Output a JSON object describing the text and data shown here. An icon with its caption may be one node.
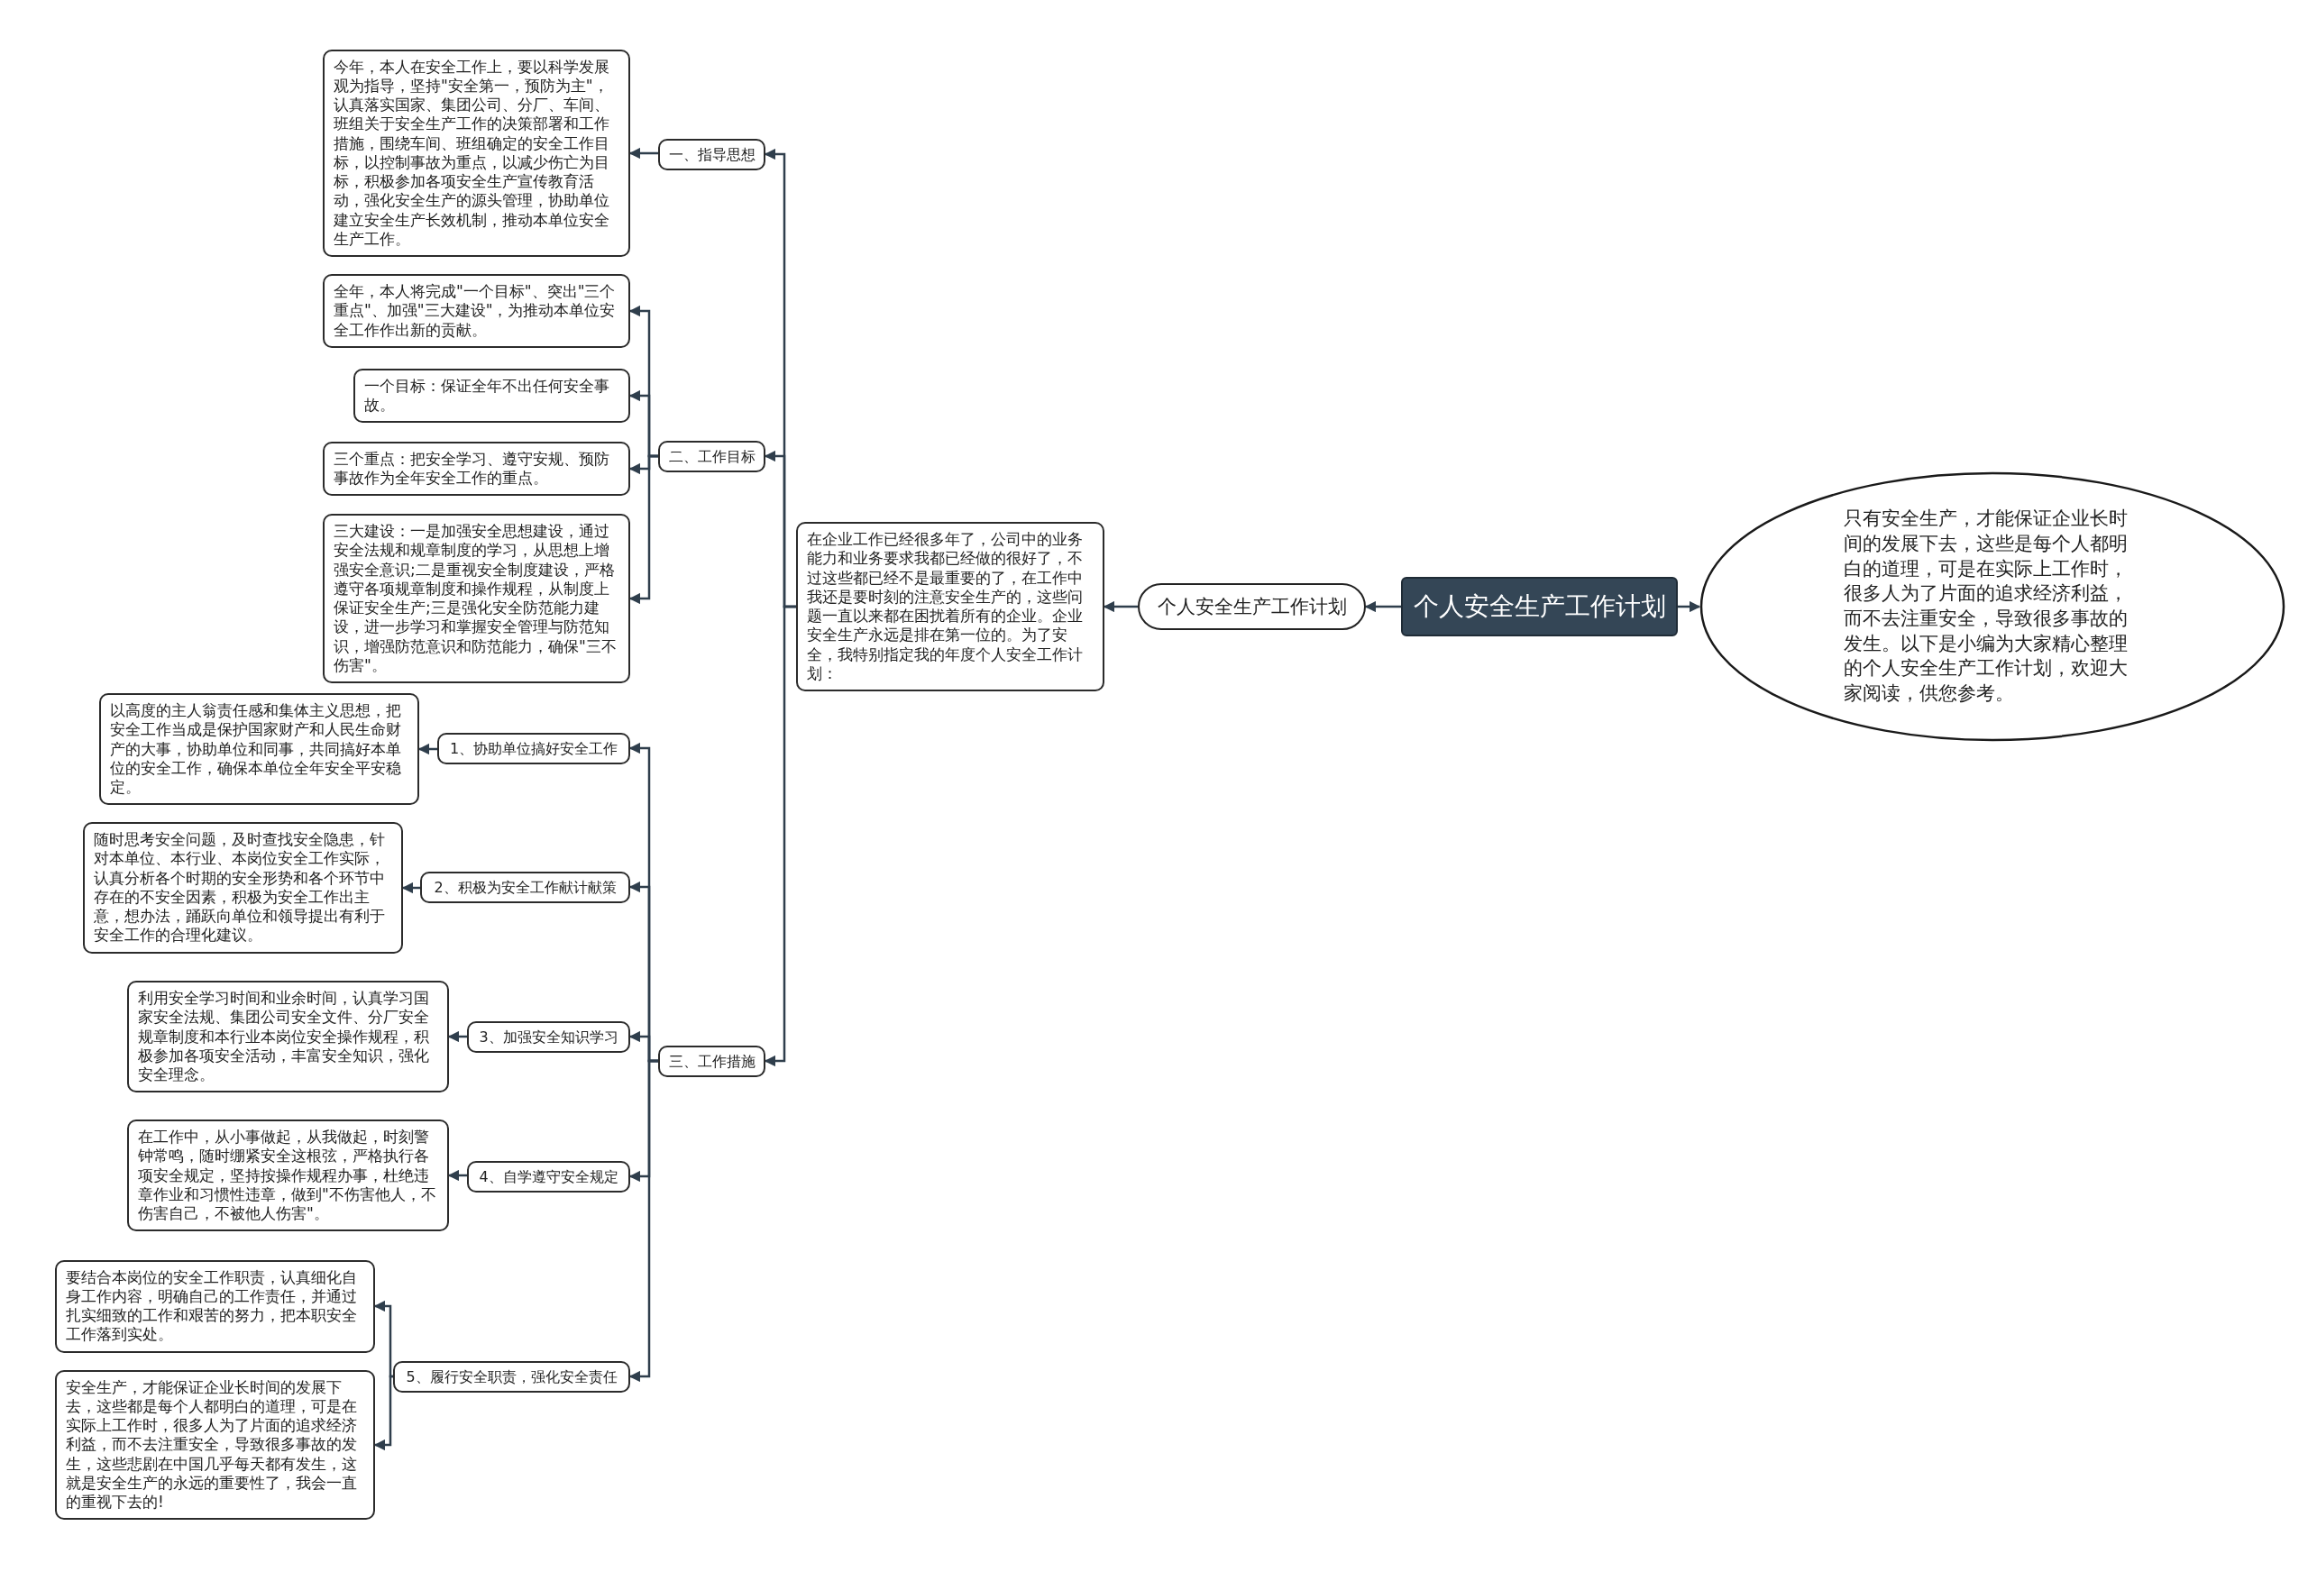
{
  "diagram": {
    "nodes": [
      {
        "text": [
          "个人安全生产工作计划"
        ]
      },
      {
        "text": [
          "只有安全生产，才能保证企业长时间的发展下去，这些是每个人都明白的道理，可是在实际上工作时，很多人为了片面的追求经济利益，而不去注重安全，导致很多事故的发生。以下是小编为大家精心整理的个人安全生产工作计划，欢迎大家阅读，供您参考。"
        ]
      },
      {
        "text": [
          "个人安全生产工作计划"
        ]
      },
      {
        "text": [
          "在企业工作已经很多年了，公司中的业务能力和业务要求我都已经做的很好了，不过这些都已经不是最重要的了，在工作中我还是要时刻的注意安全生产的，这些问题一直以来都在困扰着所有的企业。企业安全生产永远是排在第一位的。为了安全，我特别指定我的年度个人安全工作计划："
        ]
      },
      {
        "text": [
          "一、指导思想"
        ]
      },
      {
        "text": [
          "今年，本人在安全工作上，要以科学发展观为指导，坚持\"安全第一，预防为主\"，认真落实国家、集团公司、分厂、车间、班组关于安全生产工作的决策部署和工作措施，围绕车间、班组确定的安全工作目标，以控制事故为重点，以减少伤亡为目标，积极参加各项安全生产宣传教育活动，强化安全生产的源头管理，协助单位建立安全生产长效机制，推动本单位安全生产工作。"
        ]
      },
      {
        "text": [
          "二、工作目标"
        ]
      },
      {
        "text": [
          "全年，本人将完成\"一个目标\"、突出\"三个重点\"、加强\"三大建设\"，为推动本单位安全工作作出新的贡献。"
        ]
      },
      {
        "text": [
          "一个目标：保证全年不出任何安全事故。"
        ]
      },
      {
        "text": [
          "三个重点：把安全学习、遵守安规、预防事故作为全年安全工作的重点。"
        ]
      },
      {
        "text": [
          "三大建设：一是加强安全思想建设，通过安全法规和规章制度的学习，从思想上增强安全意识;二是重视安全制度建设，严格遵守各项规章制度和操作规程，从制度上保证安全生产;三是强化安全防范能力建设，进一步学习和掌握安全管理与防范知识，增强防范意识和防范能力，确保\"三不伤害\"。"
        ]
      },
      {
        "text": [
          "三、工作措施"
        ]
      },
      {
        "text": [
          "1、协助单位搞好安全工作"
        ]
      },
      {
        "text": [
          "以高度的主人翁责任感和集体主义思想，把安全工作当成是保护国家财产和人民生命财产的大事，协助单位和同事，共同搞好本单位的安全工作，确保本单位全年安全平安稳定。"
        ]
      },
      {
        "text": [
          "2、积极为安全工作献计献策"
        ]
      },
      {
        "text": [
          "随时思考安全问题，及时查找安全隐患，针对本单位、本行业、本岗位安全工作实际，认真分析各个时期的安全形势和各个环节中存在的不安全因素，积极为安全工作出主意，想办法，踊跃向单位和领导提出有利于安全工作的合理化建议。"
        ]
      },
      {
        "text": [
          "3、加强安全知识学习"
        ]
      },
      {
        "text": [
          "利用安全学习时间和业余时间，认真学习国家安全法规、集团公司安全文件、分厂安全规章制度和本行业本岗位安全操作规程，积极参加各项安全活动，丰富安全知识，强化安全理念。"
        ]
      },
      {
        "text": [
          "4、自学遵守安全规定"
        ]
      },
      {
        "text": [
          "在工作中，从小事做起，从我做起，时刻警钟常鸣，随时绷紧安全这根弦，严格执行各项安全规定，坚持按操作规程办事，杜绝违章作业和习惯性违章，做到\"不伤害他人，不伤害自己，不被他人伤害\"。"
        ]
      },
      {
        "text": [
          "5、履行安全职责，强化安全责任"
        ]
      },
      {
        "text": [
          "要结合本岗位的安全工作职责，认真细化自身工作内容，明确自己的工作责任，并通过扎实细致的工作和艰苦的努力，把本职安全工作落到实处。"
        ]
      },
      {
        "text": [
          "安全生产，才能保证企业长时间的发展下去，这些都是每个人都明白的道理，可是在实际上工作时，很多人为了片面的追求经济利益，而不去注重安全，导致很多事故的发生，这些悲剧在中国几乎每天都有发生，这就是安全生产的永远的重要性了，我会一直的重视下去的!"
        ]
      }
    ],
    "edges": [
      {
        "from": 0,
        "to": 1,
        "arrow": "to"
      },
      {
        "from": 0,
        "to": 2,
        "arrow": "to"
      },
      {
        "from": 2,
        "to": 3,
        "arrow": "to"
      },
      {
        "from": 3,
        "to": 4,
        "arrow": "to"
      },
      {
        "from": 3,
        "to": 6,
        "arrow": "to"
      },
      {
        "from": 3,
        "to": 11,
        "arrow": "to"
      },
      {
        "from": 4,
        "to": 5,
        "arrow": "to"
      },
      {
        "from": 6,
        "to": 7,
        "arrow": "to"
      },
      {
        "from": 6,
        "to": 8,
        "arrow": "to"
      },
      {
        "from": 6,
        "to": 9,
        "arrow": "to"
      },
      {
        "from": 6,
        "to": 10,
        "arrow": "to"
      },
      {
        "from": 11,
        "to": 12,
        "arrow": "to"
      },
      {
        "from": 11,
        "to": 14,
        "arrow": "to"
      },
      {
        "from": 11,
        "to": 16,
        "arrow": "to"
      },
      {
        "from": 11,
        "to": 18,
        "arrow": "to"
      },
      {
        "from": 11,
        "to": 20,
        "arrow": "to"
      },
      {
        "from": 12,
        "to": 13,
        "arrow": "to"
      },
      {
        "from": 14,
        "to": 15,
        "arrow": "to"
      },
      {
        "from": 16,
        "to": 17,
        "arrow": "to"
      },
      {
        "from": 18,
        "to": 19,
        "arrow": "to"
      },
      {
        "from": 20,
        "to": 21,
        "arrow": "to"
      },
      {
        "from": 20,
        "to": 22,
        "arrow": "to"
      }
    ]
  }
}
